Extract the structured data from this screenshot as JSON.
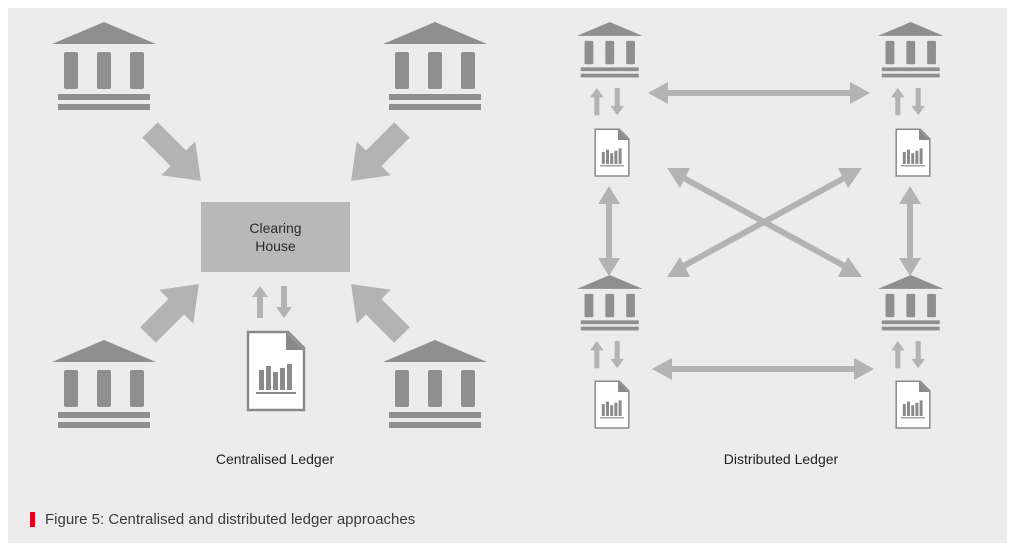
{
  "centralised": {
    "clearing_house_label": "Clearing\nHouse",
    "section_label": "Centralised Ledger"
  },
  "distributed": {
    "section_label": "Distributed Ledger"
  },
  "caption": {
    "text": "Figure 5: Centralised and distributed ledger approaches"
  },
  "colors": {
    "panel_background": "#ececec",
    "bank_icon": "#8f8f8f",
    "arrow": "#b3b3b3",
    "clearing_house_box": "#b8b8b8",
    "ledger_icon": "#8a8a8a",
    "caption_mark": "#d9001b"
  },
  "icons": [
    "bank-icon",
    "ledger-document-icon",
    "arrow-icon"
  ]
}
